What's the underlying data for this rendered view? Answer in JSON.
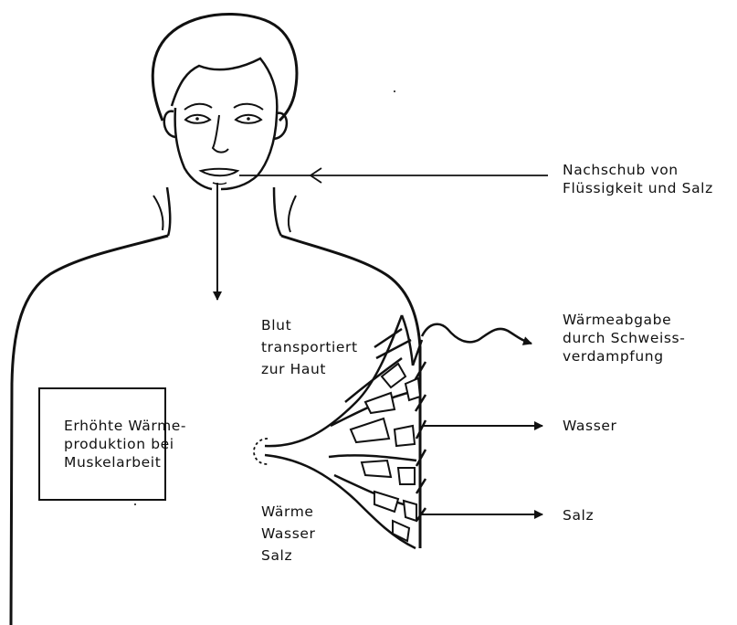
{
  "labels": {
    "nachschub": [
      "Nachschub von",
      "Flüssigkeit und Salz"
    ],
    "blut": [
      "Blut",
      "transportiert",
      "zur Haut"
    ],
    "waermeabgabe": [
      "Wärmeabgabe",
      "durch Schweiss-",
      "verdampfung"
    ],
    "wasser": "Wasser",
    "salz": "Salz",
    "box": [
      "Erhöhte Wärme-",
      "produktion bei",
      "Muskelarbeit"
    ],
    "bottom": [
      "Wärme",
      "Wasser",
      "Salz"
    ]
  },
  "colors": {
    "ink": "#111111",
    "paper": "#ffffff"
  }
}
